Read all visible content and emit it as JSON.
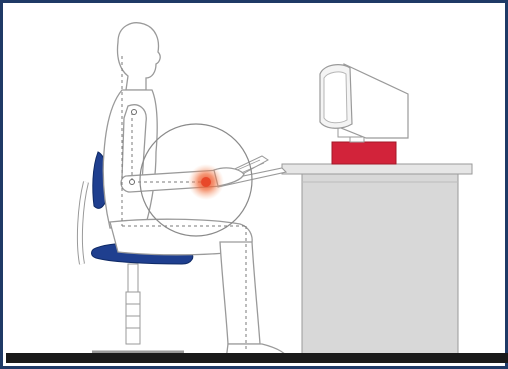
{
  "colors": {
    "frame": "#1f3a66",
    "outline": "#9a9a9a",
    "figure_fill": "#ffffff",
    "chair_blue": "#1f3f8f",
    "desk_gray": "#d8d8d8",
    "monitor_stand_red": "#d2233a",
    "pain_highlight": "#e8482a",
    "floor": "#1a1a1a"
  },
  "icons": {
    "figure": "seated-person",
    "chair": "office-chair",
    "desk": "computer-desk",
    "monitor": "crt-monitor",
    "keyboard": "keyboard",
    "highlight": "wrist-pain-highlight",
    "magnifier": "detail-circle"
  }
}
